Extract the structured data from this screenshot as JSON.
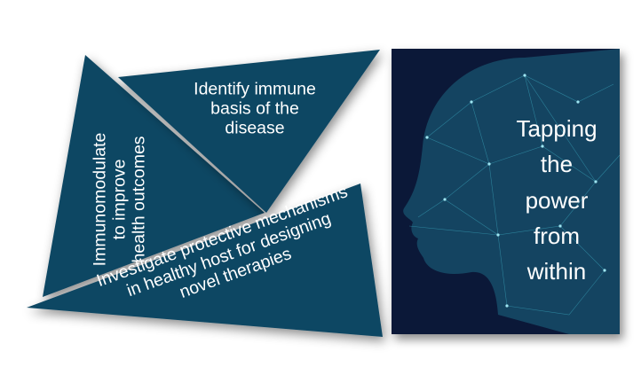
{
  "diagram": {
    "left_triangle": {
      "text_lines": [
        "Immunomodulate",
        "to improve",
        "health outcomes"
      ]
    },
    "top_triangle": {
      "text_lines": [
        "Identify immune",
        "basis of the",
        "disease"
      ]
    },
    "bottom_triangle": {
      "text_lines": [
        "Investigate protective mechanisms",
        "in healthy host for designing",
        "novel therapies"
      ]
    },
    "image_panel": {
      "image": "polygon-network-head-profile",
      "text_lines": [
        "Tapping",
        "the",
        "power",
        "from",
        "within"
      ]
    }
  },
  "colors": {
    "triangle": "#0f4763",
    "panel": "#0b1838",
    "network": "#3fb3c9"
  }
}
